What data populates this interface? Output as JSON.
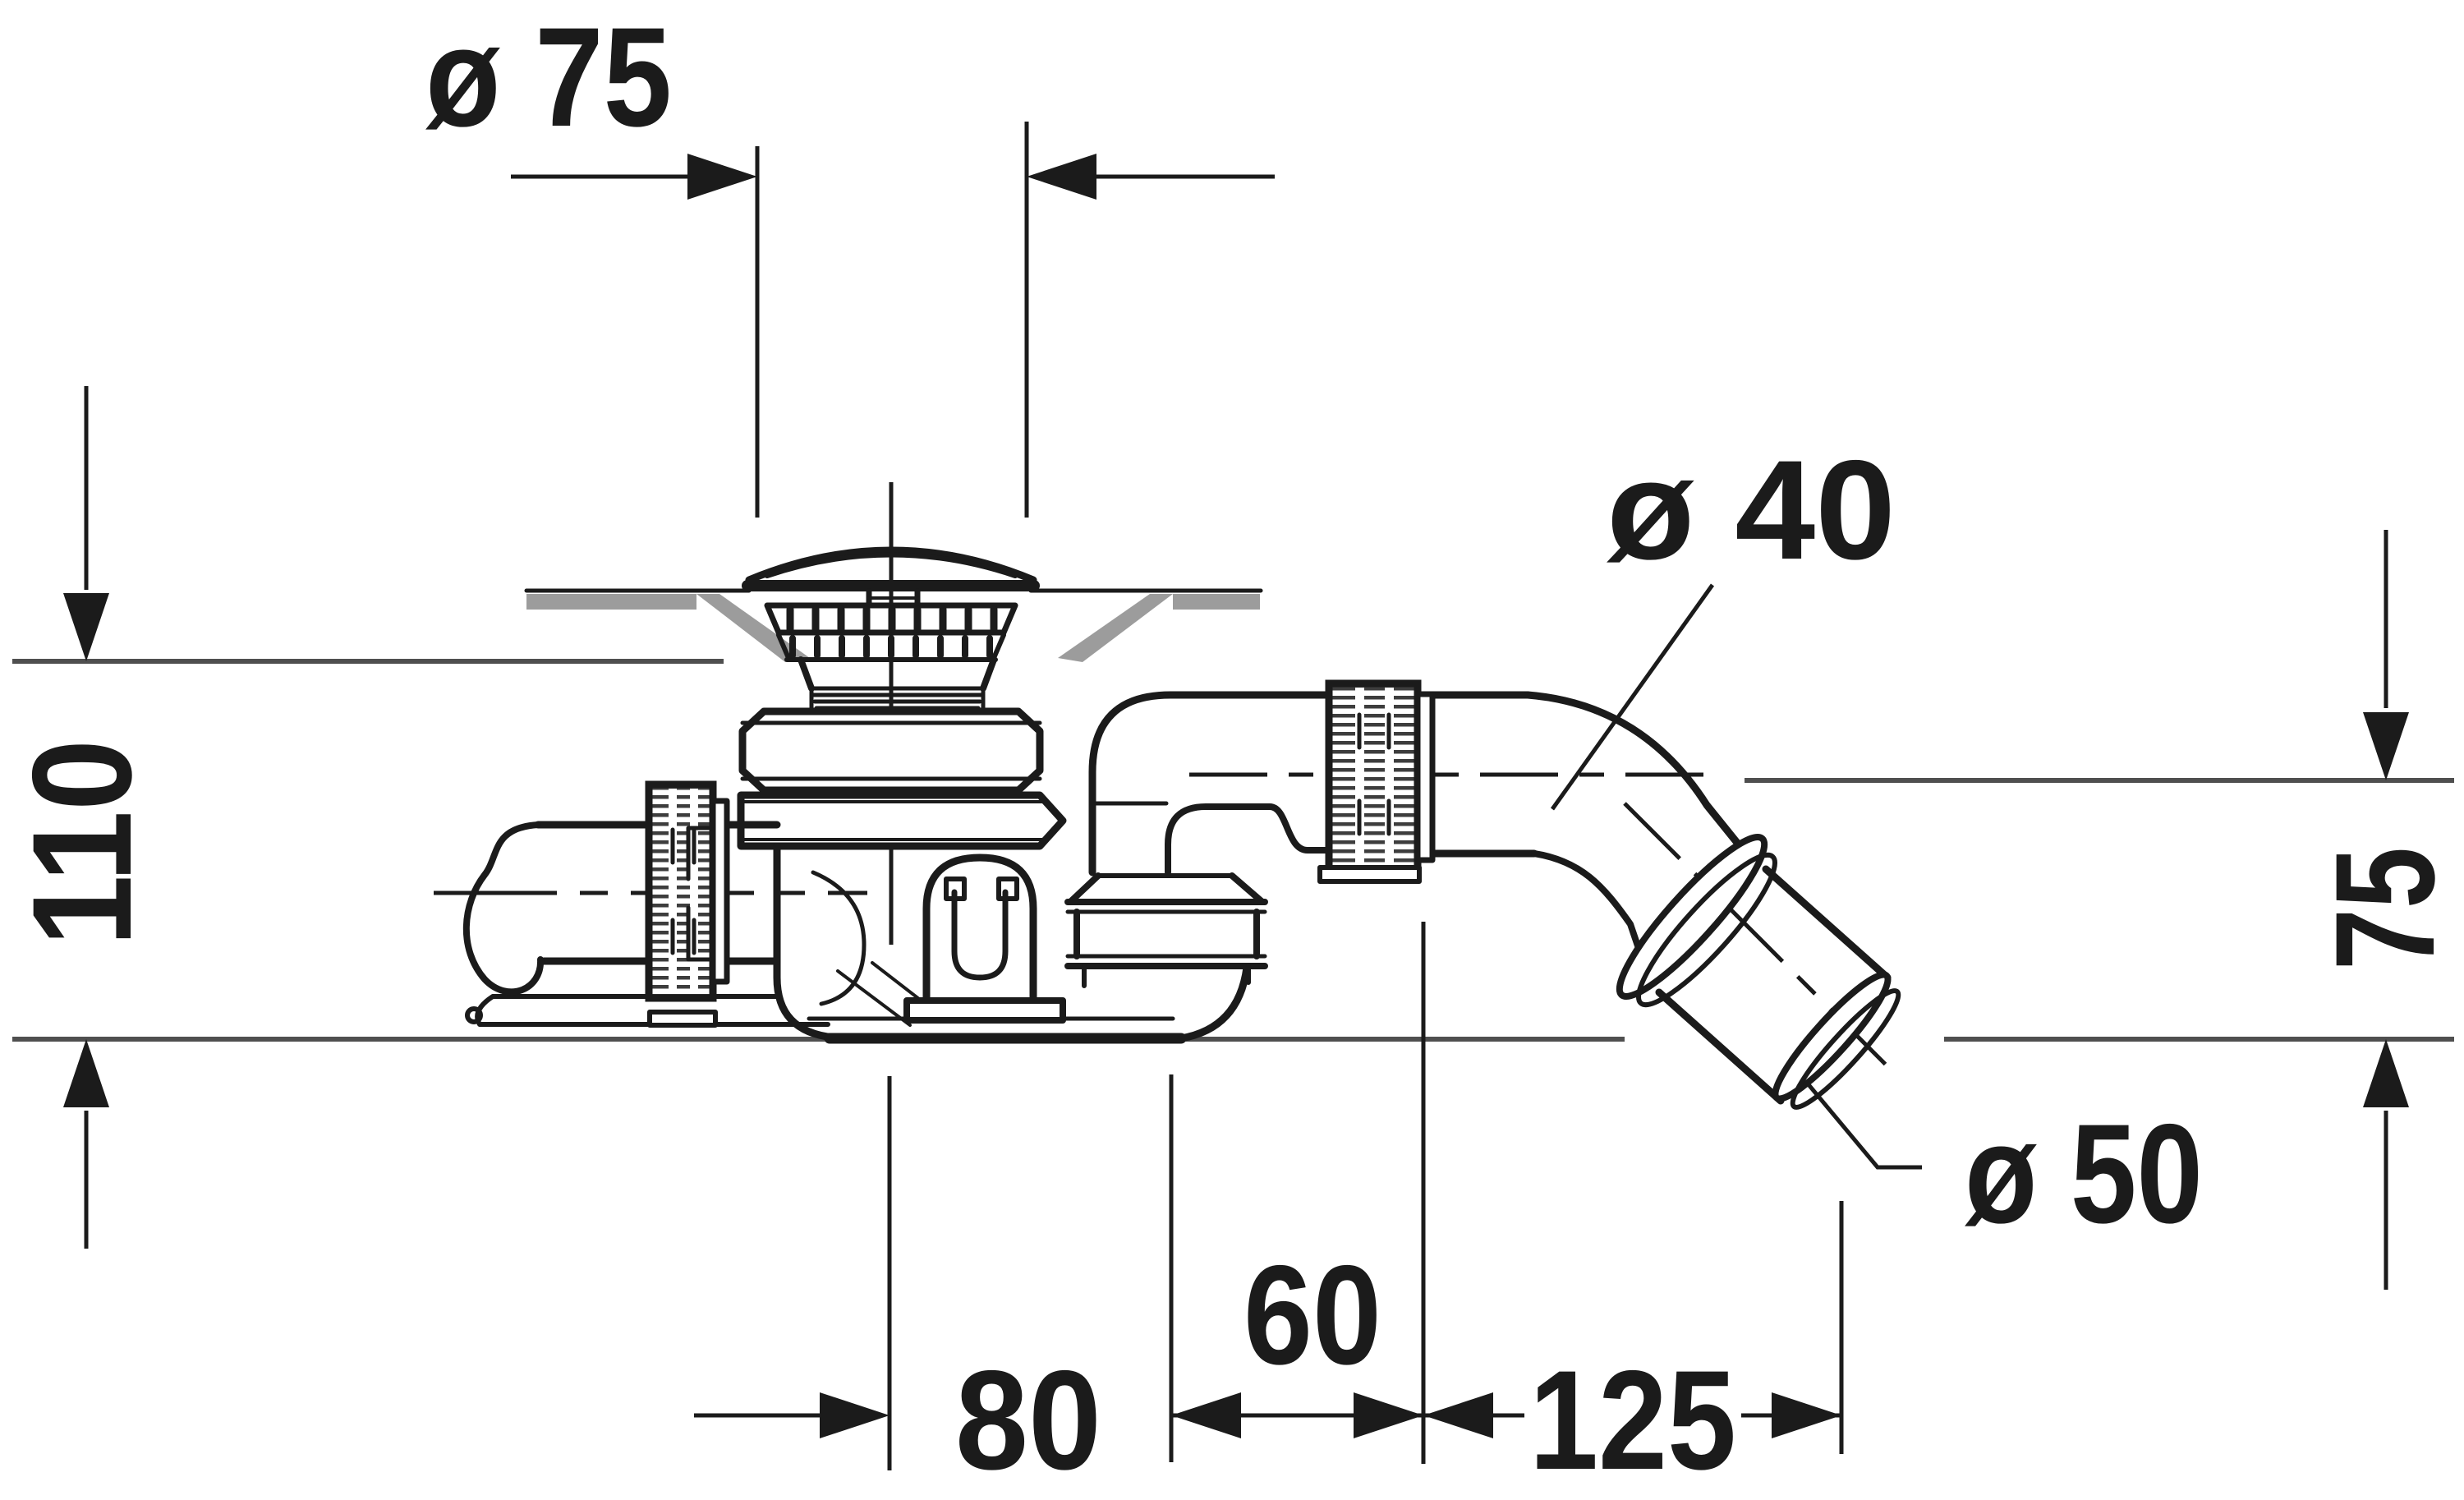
{
  "drawing": {
    "background_color": "#ffffff",
    "ink_color": "#1b1b1b",
    "tray_color": "#9c9c9c",
    "reference_line_color": "#4f4f4f",
    "dimensions": {
      "cap_diameter": {
        "label": "ø 75",
        "value": 75
      },
      "pipe_diameter": {
        "label": "ø 40",
        "value": 40
      },
      "outlet_diameter": {
        "label": "ø 50",
        "value": 50
      },
      "build_in_height": {
        "label": "110",
        "value": 110
      },
      "outlet_drop": {
        "label": "75",
        "value": 75
      },
      "offset_80": {
        "label": "80",
        "value": 80
      },
      "offset_60": {
        "label": "60",
        "value": 60
      },
      "offset_125": {
        "label": "125",
        "value": 125
      }
    }
  }
}
